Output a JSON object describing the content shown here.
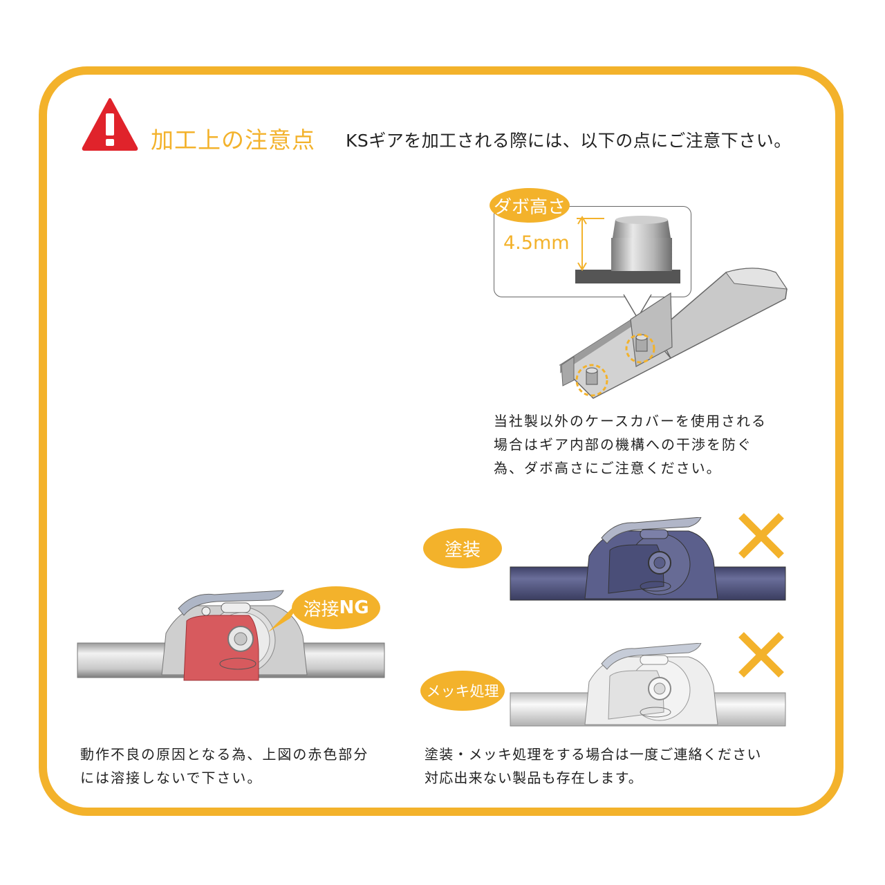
{
  "header": {
    "title": "加工上の注意点",
    "intro": "KSギアを加工される際には、以下の点にご注意下さい。"
  },
  "dowel": {
    "label": "ダボ高さ",
    "height_value": "4.5mm",
    "caption_lines": [
      "当社製以外のケースカバーを使用される",
      "場合はギア内部の機構への干渉を防ぐ",
      "為、ダボ高さにご注意ください。"
    ]
  },
  "welding": {
    "label_prefix": "溶接",
    "label_ng": "NG",
    "caption_lines": [
      "動作不良の原因となる為、上図の赤色部分",
      "には溶接しないで下さい。"
    ]
  },
  "coating": {
    "paint_label": "塗装",
    "plating_label": "メッキ処理",
    "caption_lines": [
      "塗装・メッキ処理をする場合は一度ご連絡ください",
      "対応出来ない製品も存在します。"
    ]
  },
  "colors": {
    "accent": "#f3b22b",
    "warning_red": "#e0232b",
    "weld_red": "#d75a5e",
    "paint_blue": "#565a86"
  },
  "icons": [
    "warning-triangle-icon",
    "cross-icon"
  ]
}
